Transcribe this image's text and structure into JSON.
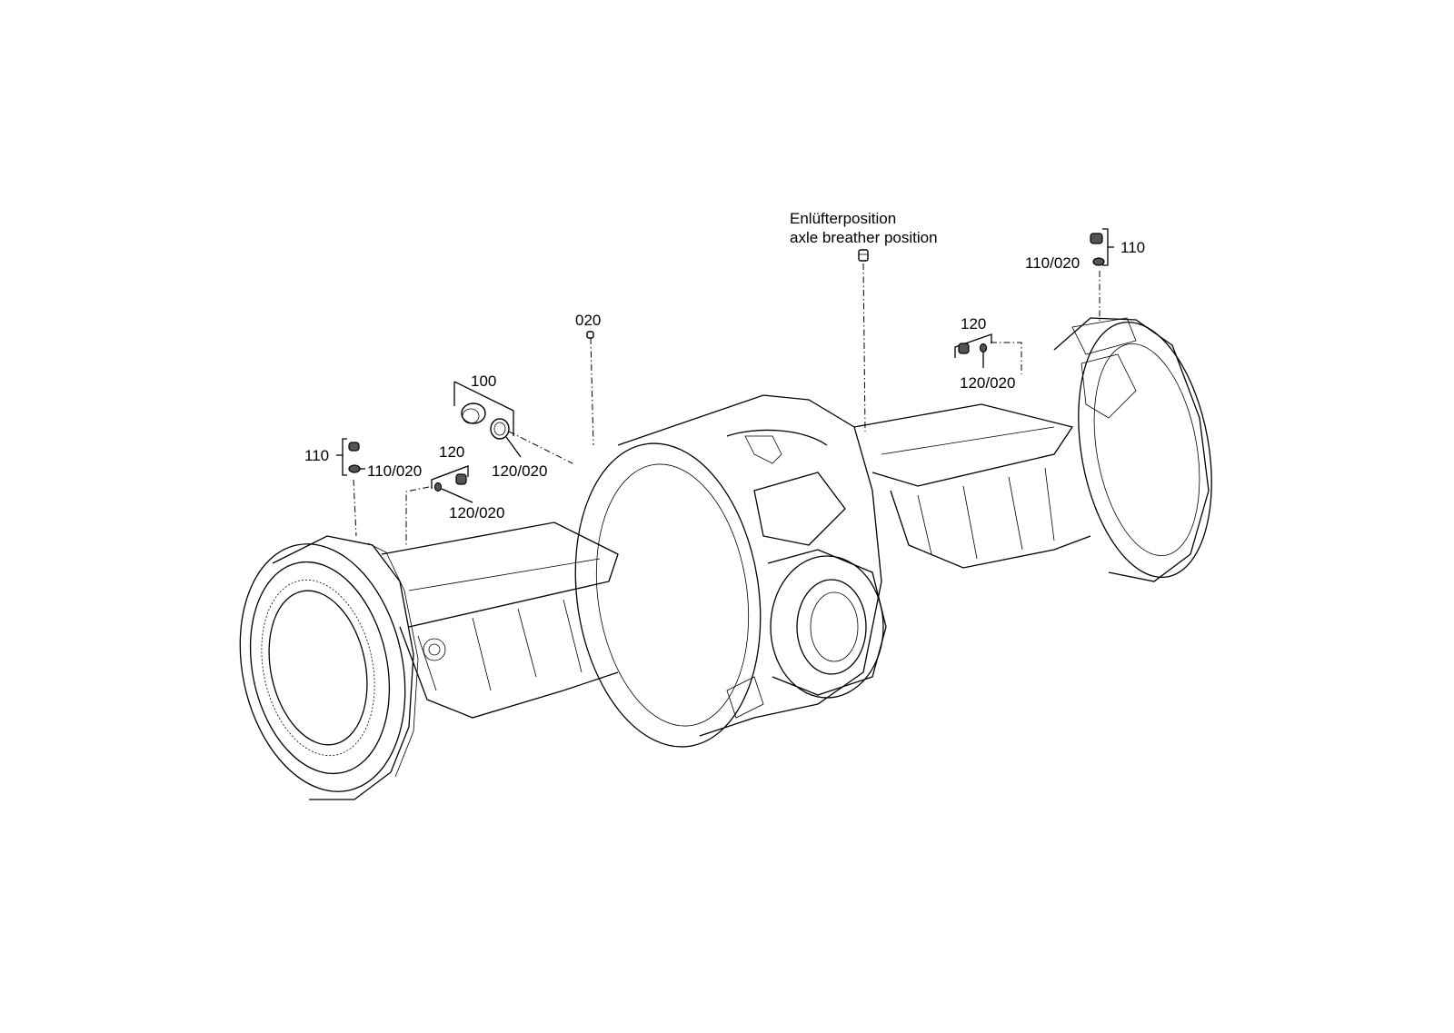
{
  "labels": {
    "breather_de": "Enlüfterposition",
    "breather_en": "axle breather position",
    "p020": "020",
    "p100": "100",
    "p100_020": "120/020",
    "p110_left": "110",
    "p110_020_left": "110/020",
    "p120_left": "120",
    "p120_020_left": "120/020",
    "p120_right": "120",
    "p120_020_right": "120/020",
    "p110_right": "110",
    "p110_020_right": "110/020"
  }
}
